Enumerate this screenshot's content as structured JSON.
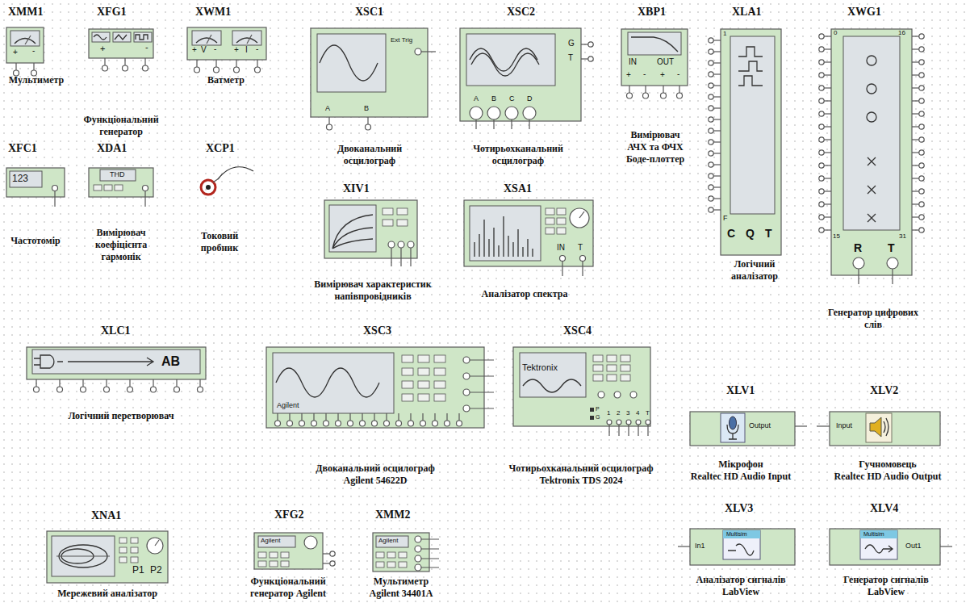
{
  "diagram": {
    "nodes": [
      {
        "text": [
          "XMM1",
          "Мультиметр"
        ]
      },
      {
        "text": [
          "XFG1",
          "Функціональний генератор"
        ]
      },
      {
        "text": [
          "XWM1",
          "Ватметр"
        ]
      },
      {
        "text": [
          "XSC1",
          "Двоканальний осцилограф"
        ]
      },
      {
        "text": [
          "XSC2",
          "Чотирьохканальний осцилограф"
        ]
      },
      {
        "text": [
          "XBP1",
          "Вимірювач АЧХ та ФЧХ Боде-плоттер"
        ]
      },
      {
        "text": [
          "XLA1",
          "Логічний аналізатор"
        ]
      },
      {
        "text": [
          "XWG1",
          "Генератор цифрових слів"
        ]
      },
      {
        "text": [
          "XFC1",
          "Частотомір"
        ]
      },
      {
        "text": [
          "XDA1",
          "Вимірювач коефіцієнта гармонік"
        ]
      },
      {
        "text": [
          "XCP1",
          "Токовий пробник"
        ]
      },
      {
        "text": [
          "XIV1",
          "Вимірювач характеристик напівпровідників"
        ]
      },
      {
        "text": [
          "XSA1",
          "Аналізатор спектра"
        ]
      },
      {
        "text": [
          "XLC1",
          "Логічний перетворювач"
        ]
      },
      {
        "text": [
          "XSC3",
          "Двоканальний осцилограф Agilent 54622D"
        ]
      },
      {
        "text": [
          "XSC4",
          "Чотирьохканальний осцилограф Tektronix TDS 2024"
        ]
      },
      {
        "text": [
          "XLV1",
          "Мікрофон Realtec HD Audio Input"
        ]
      },
      {
        "text": [
          "XLV2",
          "Гучномовець Realtec HD Audio Output"
        ]
      },
      {
        "text": [
          "XNA1",
          "Мережевий аналізатор"
        ]
      },
      {
        "text": [
          "XFG2",
          "Функціональний генератор Agilent"
        ]
      },
      {
        "text": [
          "XMM2",
          "Мультиметр Agilent 34401A"
        ]
      },
      {
        "text": [
          "XLV3",
          "Аналізатор сигналів LabView"
        ]
      },
      {
        "text": [
          "XLV4",
          "Генератор сигналів LabView"
        ]
      }
    ],
    "labels": [
      "+",
      "-",
      "+",
      "-",
      "+",
      "V",
      "-",
      "+",
      "I",
      "-",
      "Ext Trig",
      "A",
      "B",
      "G",
      "T",
      "A",
      "B",
      "C",
      "D",
      "IN",
      "OUT",
      "+",
      "-",
      "+",
      "-",
      "1",
      "F",
      "C",
      "Q",
      "T",
      "0",
      "16",
      "15",
      "31",
      "R",
      "T",
      "123",
      "THD",
      "AB",
      "Agilent",
      "Tektronix",
      "P",
      "G",
      "1",
      "2",
      "3",
      "4",
      "T",
      "Output",
      "Input",
      "P1",
      "P2",
      "Agilent",
      "Agilent",
      "Multisim",
      "In1",
      "Multisim",
      "Out1",
      "IN",
      "T"
    ]
  }
}
